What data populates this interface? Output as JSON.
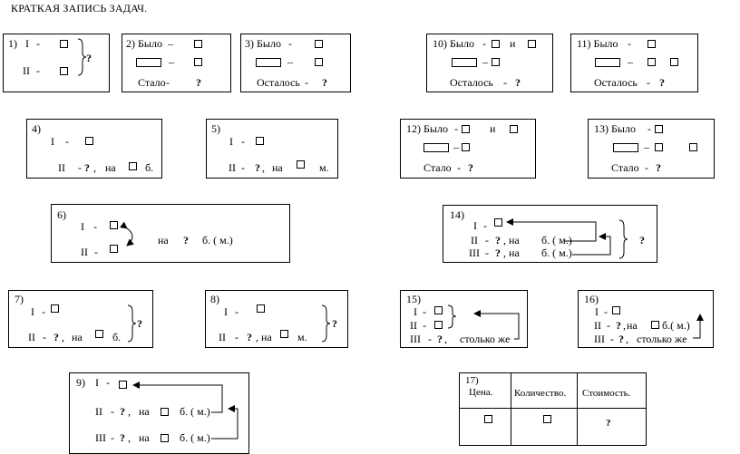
{
  "title": "КРАТКАЯ ЗАПИСЬ ЗАДАЧ.",
  "labels": {
    "p1": "1)",
    "p2": "2) Было",
    "p3": "3) Было",
    "p4": "4)",
    "p5": "5)",
    "p6": "6)",
    "p7": "7)",
    "p8": "8)",
    "p9": "9)",
    "p10": "10) Было",
    "p11": "11) Было",
    "p12": "12) Было",
    "p13": "13) Было",
    "p14": "14)",
    "p15": "15)",
    "p16": "16)",
    "p17": "17)",
    "one": "I",
    "two": "II",
    "three": "III",
    "dash": "-",
    "long_dash": "–",
    "q": "?",
    "and": "и",
    "became": "Стало",
    "remained": "Осталось",
    "by": "на",
    "b": "б.",
    "m": "м.",
    "bm": "б. ( м.)",
    "bm_tight": "б.( м.)",
    "as_much": "столько же",
    "comma": ","
  },
  "table17": {
    "headers": [
      "Цена.",
      "Количество.",
      "Стоимость."
    ],
    "row": [
      "",
      "",
      "?"
    ]
  }
}
